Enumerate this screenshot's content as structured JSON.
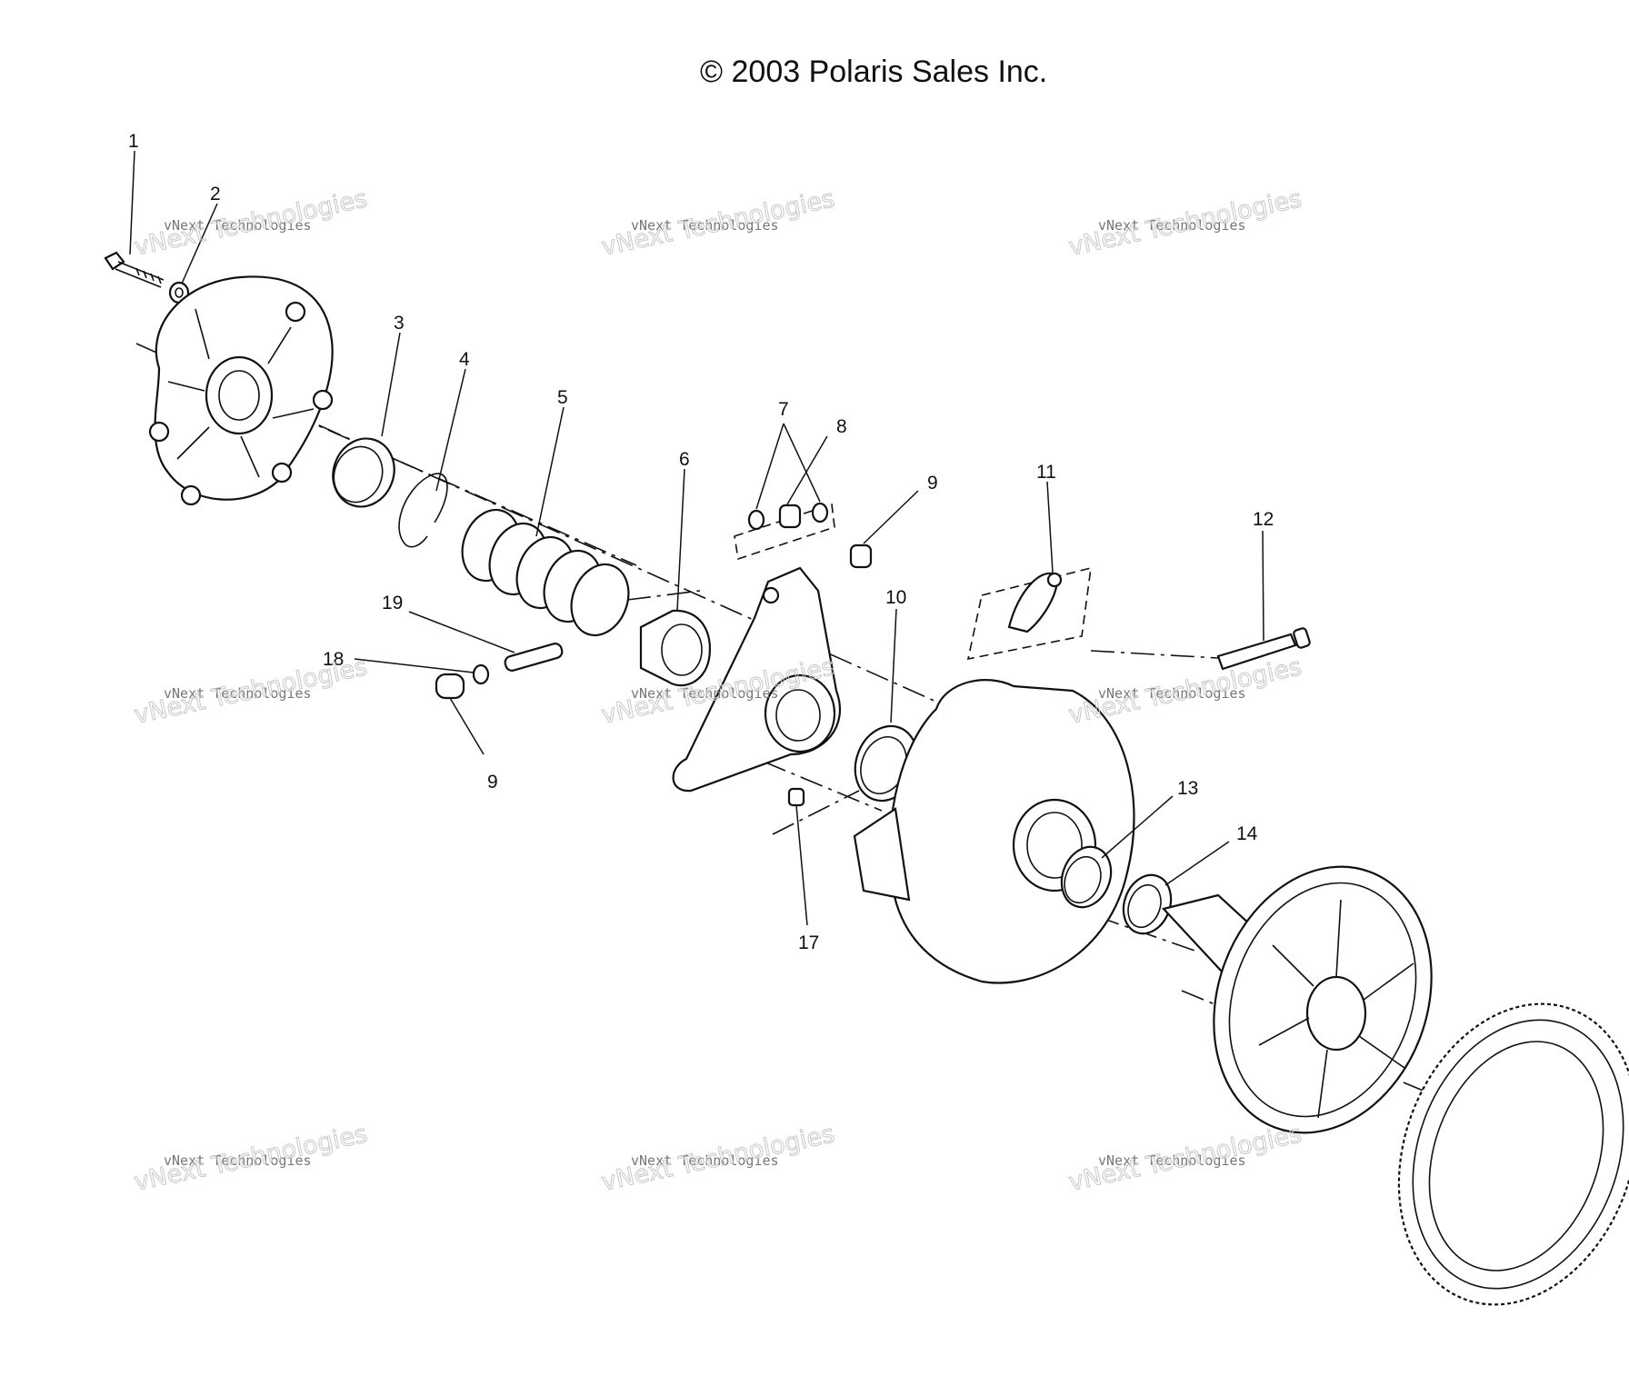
{
  "copyright": "© 2003 Polaris Sales Inc.",
  "watermark": {
    "line1": "vNext Technologies",
    "line2": "vNext Technologies",
    "color": "#c8c8c8"
  },
  "callouts": [
    "1",
    "2",
    "3",
    "4",
    "5",
    "6",
    "7",
    "8",
    "9",
    "10",
    "11",
    "12",
    "13",
    "14",
    "17",
    "18",
    "19",
    "9"
  ]
}
